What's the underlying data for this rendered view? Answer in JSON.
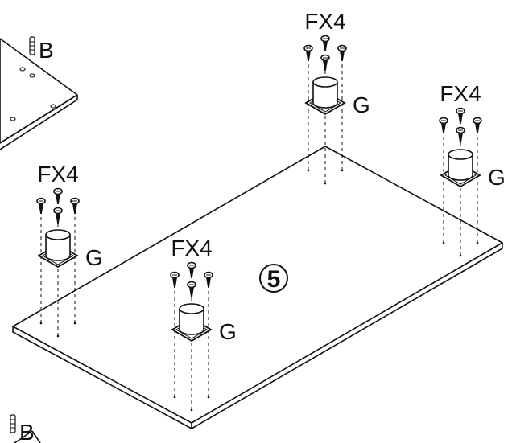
{
  "labels": {
    "screw_code": "FX4",
    "leg_code": "G",
    "dowel_code": "B",
    "step_number": "5"
  },
  "legs": [
    {
      "id": "top"
    },
    {
      "id": "right"
    },
    {
      "id": "left"
    },
    {
      "id": "center"
    }
  ],
  "colors": {
    "line": "#111111",
    "background": "#ffffff"
  }
}
